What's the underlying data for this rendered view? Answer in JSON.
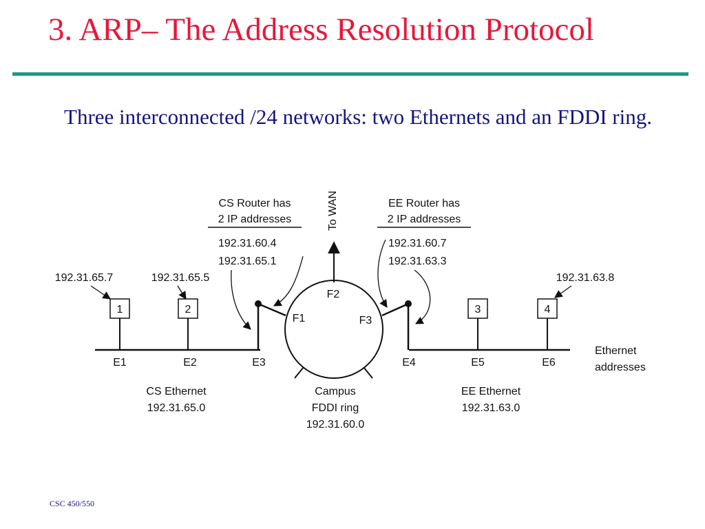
{
  "slide": {
    "title": "3. ARP– The Address Resolution Protocol",
    "subtitle": "Three interconnected /24 networks: two Ethernets and an FDDI ring.",
    "footer": "CSC 450/550"
  },
  "diagram": {
    "cs_router_note": [
      "CS Router has",
      "2 IP addresses"
    ],
    "ee_router_note": [
      "EE Router has",
      "2 IP addresses"
    ],
    "to_wan": "To WAN",
    "cs_router_ips": [
      "192.31.60.4",
      "192.31.65.1"
    ],
    "ee_router_ips": [
      "192.31.60.7",
      "192.31.63.3"
    ],
    "host_ips": {
      "h1": "192.31.65.7",
      "h2": "192.31.65.5",
      "h4": "192.31.63.8"
    },
    "hosts": [
      "1",
      "2",
      "3",
      "4"
    ],
    "fddi_ports": [
      "F1",
      "F2",
      "F3"
    ],
    "ethernet_ports": [
      "E1",
      "E2",
      "E3",
      "E4",
      "E5",
      "E6"
    ],
    "ethernet_addresses_label": [
      "Ethernet",
      "addresses"
    ],
    "cs_ethernet": [
      "CS Ethernet",
      "192.31.65.0"
    ],
    "fddi_ring": [
      "Campus",
      "FDDI ring",
      "192.31.60.0"
    ],
    "ee_ethernet": [
      "EE Ethernet",
      "192.31.63.0"
    ]
  }
}
